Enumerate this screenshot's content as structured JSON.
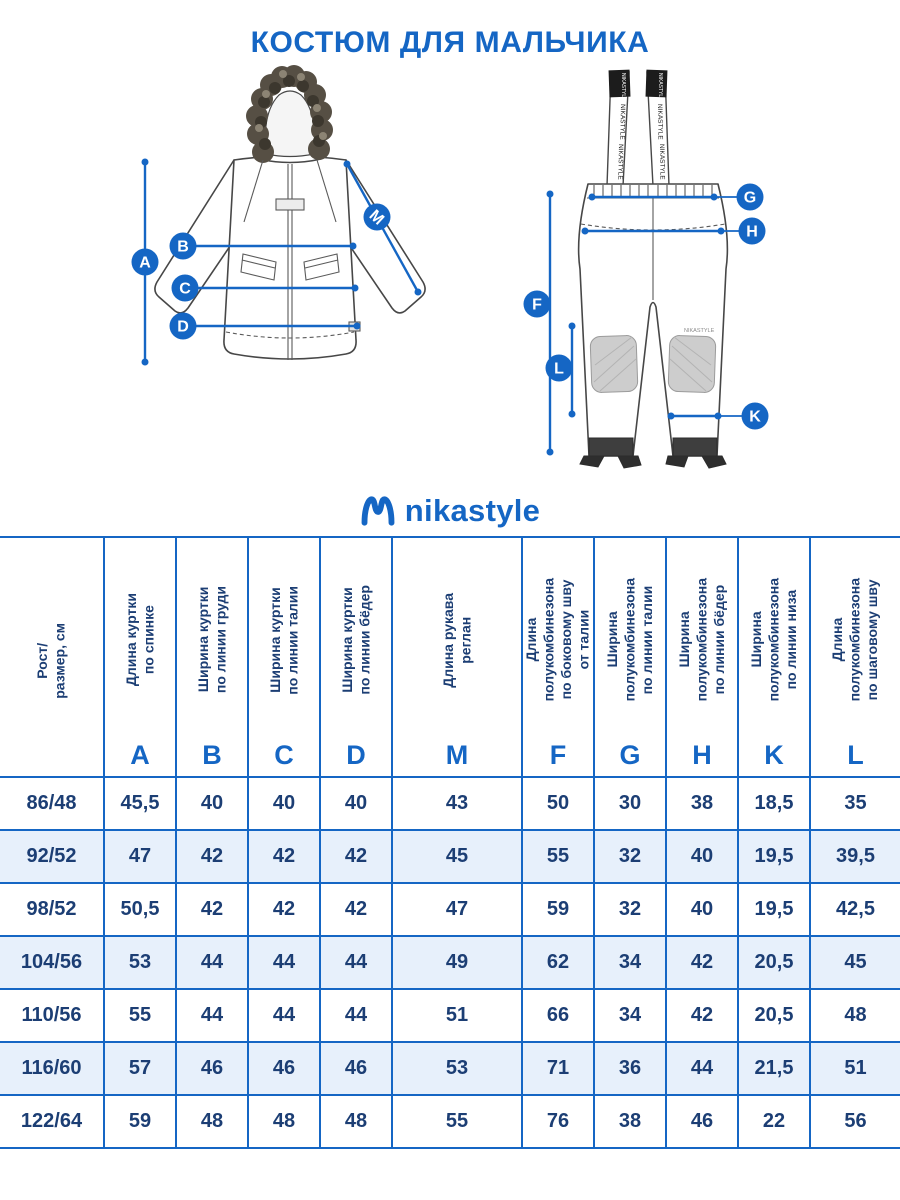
{
  "title": "КОСТЮМ ДЛЯ МАЛЬЧИКА",
  "brand": {
    "name": "nikastyle",
    "icon": "m-swoosh-icon"
  },
  "colors": {
    "accent_blue": "#1566C4",
    "text_navy": "#1C3E74",
    "row_alt_background": "#E7F0FB",
    "fur_gray": "#564F44",
    "knee_patch_gray": "#CDCDCD"
  },
  "diagram": {
    "jacket": {
      "labels": [
        "A",
        "B",
        "C",
        "D",
        "M"
      ]
    },
    "pants": {
      "labels": [
        "F",
        "G",
        "H",
        "K",
        "L"
      ],
      "strap_text": "NIKASTYLE",
      "leg_label": "NIKASTYLE"
    }
  },
  "table": {
    "row_header": {
      "label": "Рост/\nразмер, см"
    },
    "columns": [
      {
        "letter": "A",
        "name": "Длина куртки\nпо спинке"
      },
      {
        "letter": "B",
        "name": "Ширина куртки\nпо линии груди"
      },
      {
        "letter": "C",
        "name": "Ширина куртки\nпо линии талии"
      },
      {
        "letter": "D",
        "name": "Ширина куртки\nпо линии бёдер"
      },
      {
        "letter": "M",
        "name": "Длина  рукава\nреглан"
      },
      {
        "letter": "F",
        "name": "Длина\nполукомбинезона\nпо боковому шву\nот талии"
      },
      {
        "letter": "G",
        "name": "Ширина\nполукомбинезона\nпо линии талии"
      },
      {
        "letter": "H",
        "name": "Ширина\nполукомбинезона\nпо линии бёдер"
      },
      {
        "letter": "K",
        "name": "Ширина\nполукомбинезона\nпо линии низа"
      },
      {
        "letter": "L",
        "name": "Длина\nполукомбинезона\nпо шаговому шву"
      }
    ],
    "rows": [
      {
        "size": "86/48",
        "values": [
          "45,5",
          "40",
          "40",
          "40",
          "43",
          "50",
          "30",
          "38",
          "18,5",
          "35"
        ]
      },
      {
        "size": "92/52",
        "values": [
          "47",
          "42",
          "42",
          "42",
          "45",
          "55",
          "32",
          "40",
          "19,5",
          "39,5"
        ]
      },
      {
        "size": "98/52",
        "values": [
          "50,5",
          "42",
          "42",
          "42",
          "47",
          "59",
          "32",
          "40",
          "19,5",
          "42,5"
        ]
      },
      {
        "size": "104/56",
        "values": [
          "53",
          "44",
          "44",
          "44",
          "49",
          "62",
          "34",
          "42",
          "20,5",
          "45"
        ]
      },
      {
        "size": "110/56",
        "values": [
          "55",
          "44",
          "44",
          "44",
          "51",
          "66",
          "34",
          "42",
          "20,5",
          "48"
        ]
      },
      {
        "size": "116/60",
        "values": [
          "57",
          "46",
          "46",
          "46",
          "53",
          "71",
          "36",
          "44",
          "21,5",
          "51"
        ]
      },
      {
        "size": "122/64",
        "values": [
          "59",
          "48",
          "48",
          "48",
          "55",
          "76",
          "38",
          "46",
          "22",
          "56"
        ]
      }
    ]
  }
}
